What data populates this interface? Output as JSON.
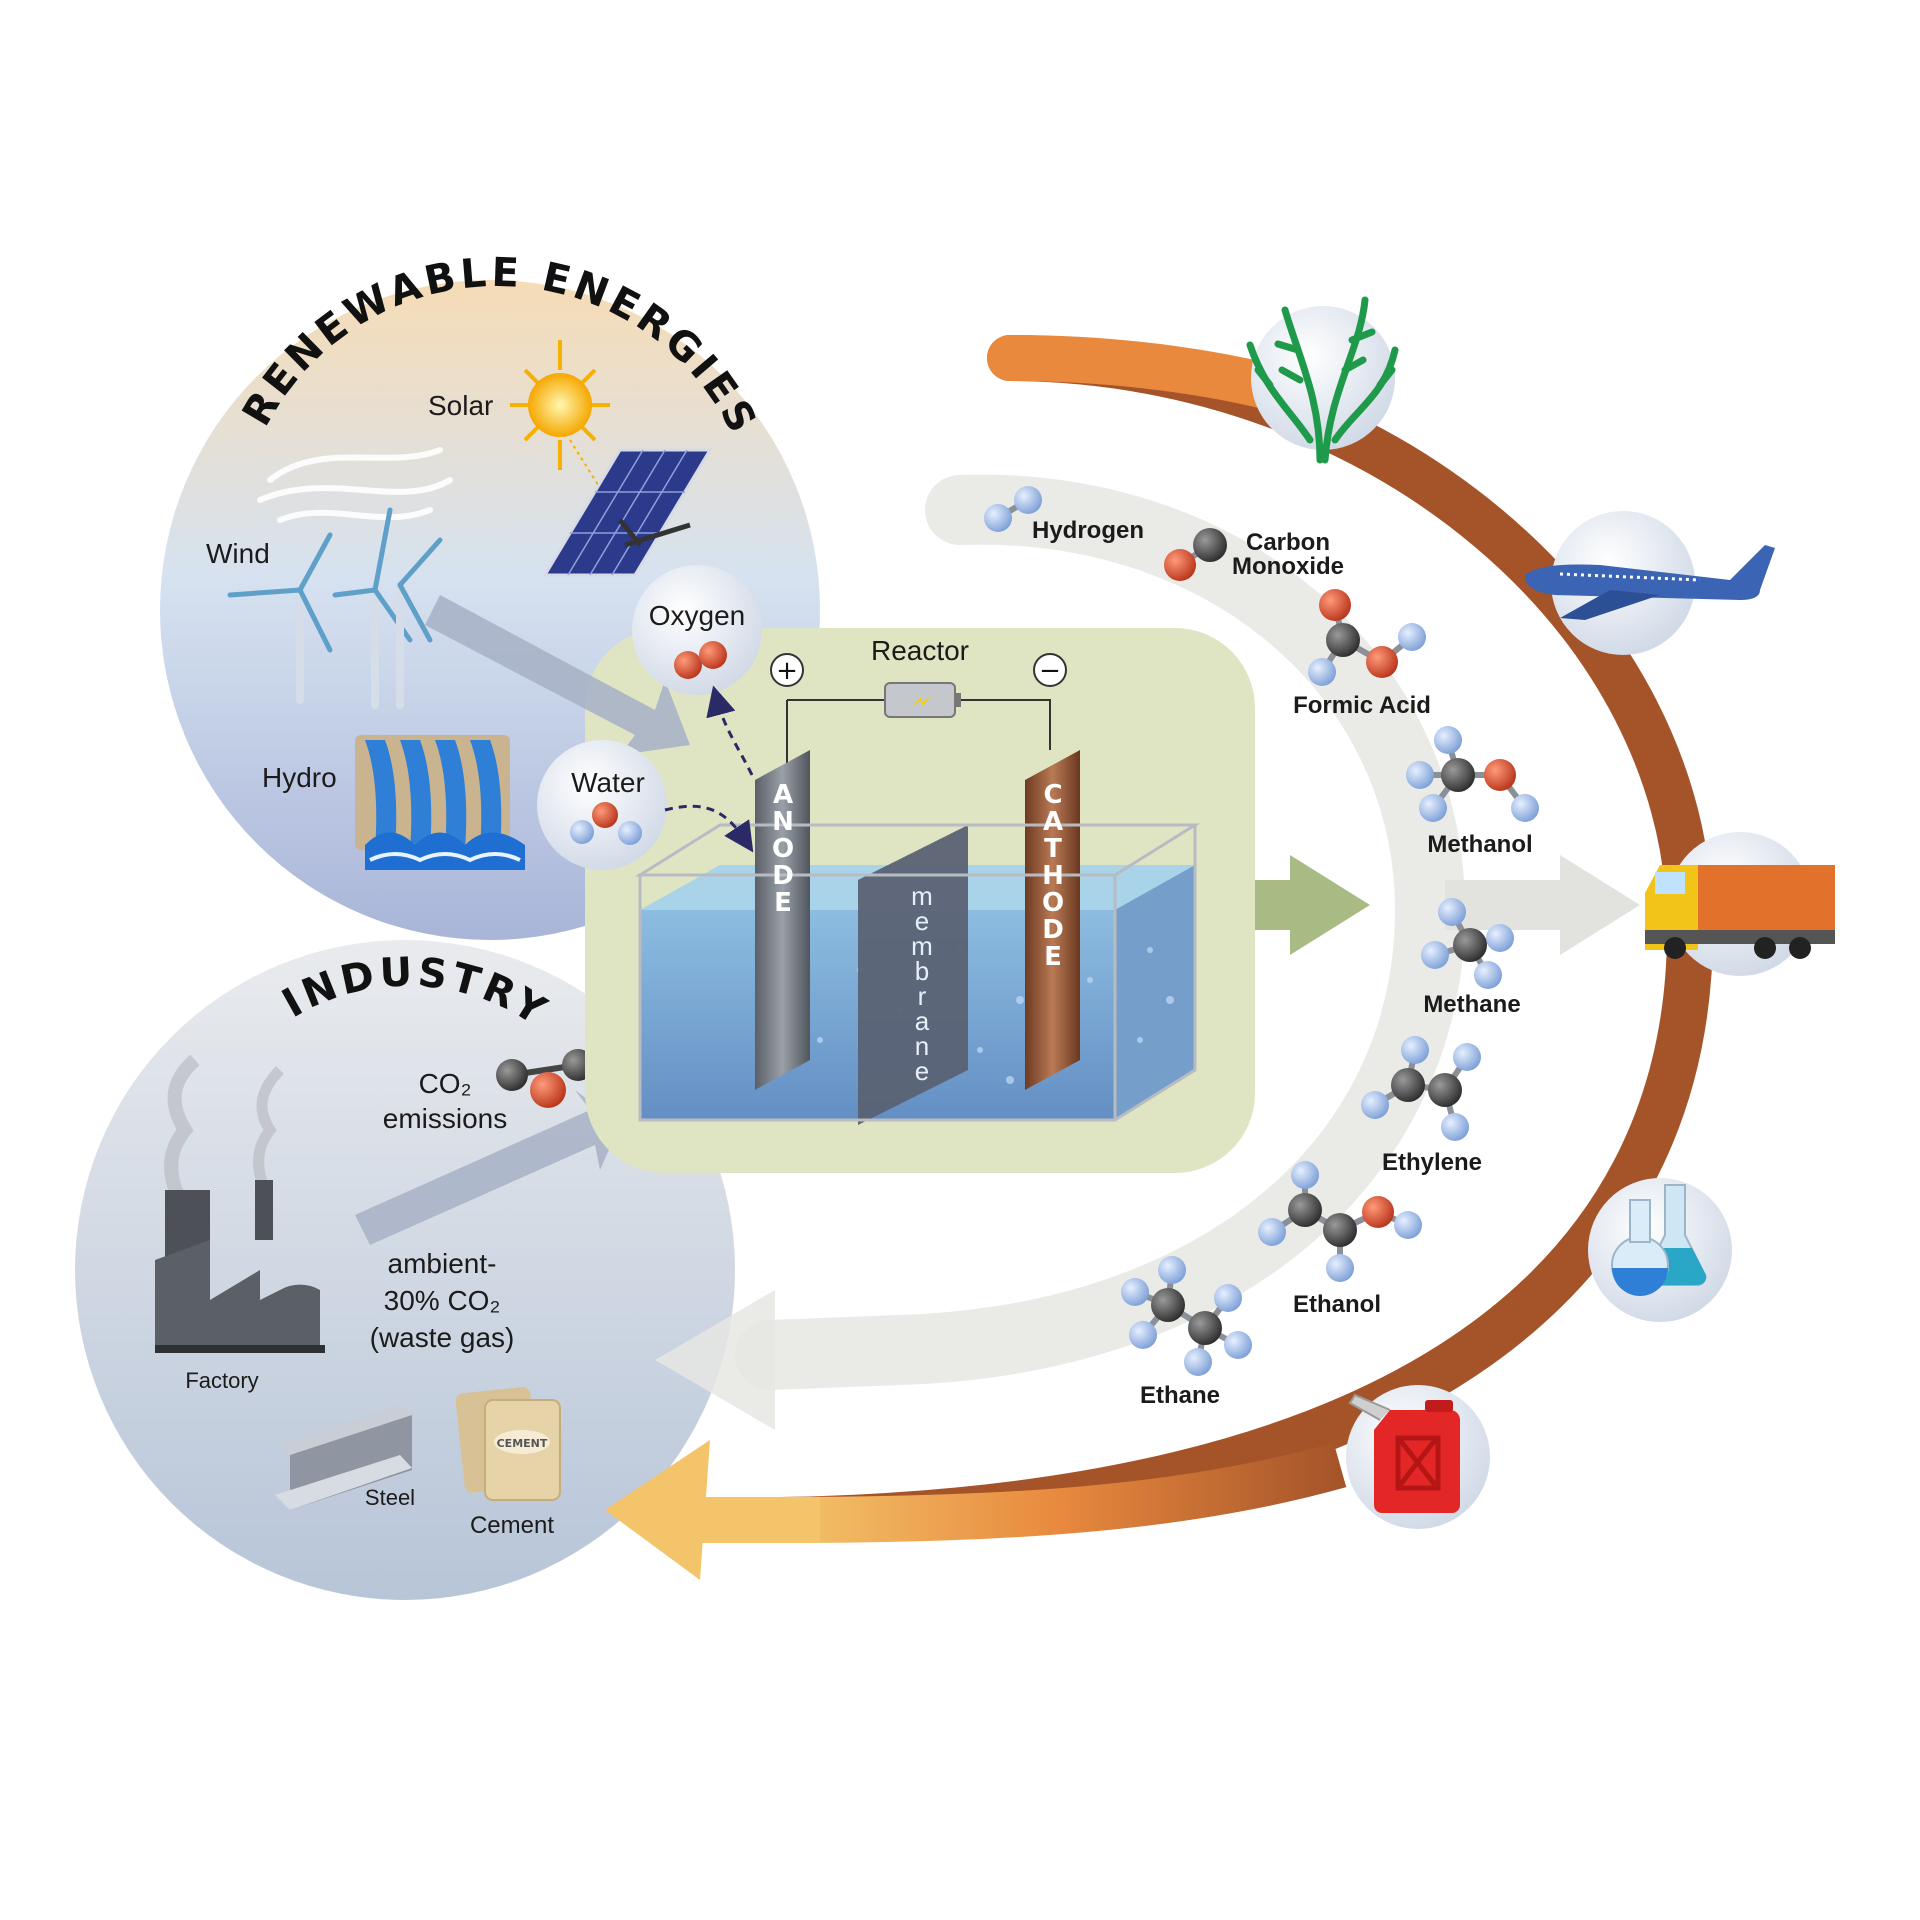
{
  "renewable": {
    "title": "RENEWABLE ENERGIES",
    "solar": "Solar",
    "wind": "Wind",
    "hydro": "Hydro"
  },
  "industry": {
    "title": "INDUSTRY",
    "co2_line1": "CO₂",
    "co2_line2": "emissions",
    "ambient_line1": "ambient-",
    "ambient_line2": "30% CO₂",
    "ambient_line3": "(waste gas)",
    "factory": "Factory",
    "steel": "Steel",
    "cement": "Cement",
    "cement_bag_text": "CEMENT"
  },
  "reactor": {
    "title": "Reactor",
    "oxygen": "Oxygen",
    "water": "Water",
    "anode": "ANODE",
    "cathode": "CATHODE",
    "membrane": "membrane",
    "plus": "+",
    "minus": "−"
  },
  "products": {
    "hydrogen": "Hydrogen",
    "carbon_monoxide_1": "Carbon",
    "carbon_monoxide_2": "Monoxide",
    "formic_acid": "Formic Acid",
    "methanol": "Methanol",
    "methane": "Methane",
    "ethylene": "Ethylene",
    "ethanol": "Ethanol",
    "ethane": "Ethane"
  },
  "icons": [
    "seaweed-icon",
    "airplane-icon",
    "truck-icon",
    "flask-icon",
    "fuel-can-icon"
  ],
  "colors": {
    "arc_orange": "#e8893e",
    "arc_brown": "#a5542a",
    "reactor_bg": "#dfe5c2",
    "carbon": "#4a4a4a",
    "oxygen": "#d04a2a",
    "hydrogen": "#8fb0e0"
  }
}
